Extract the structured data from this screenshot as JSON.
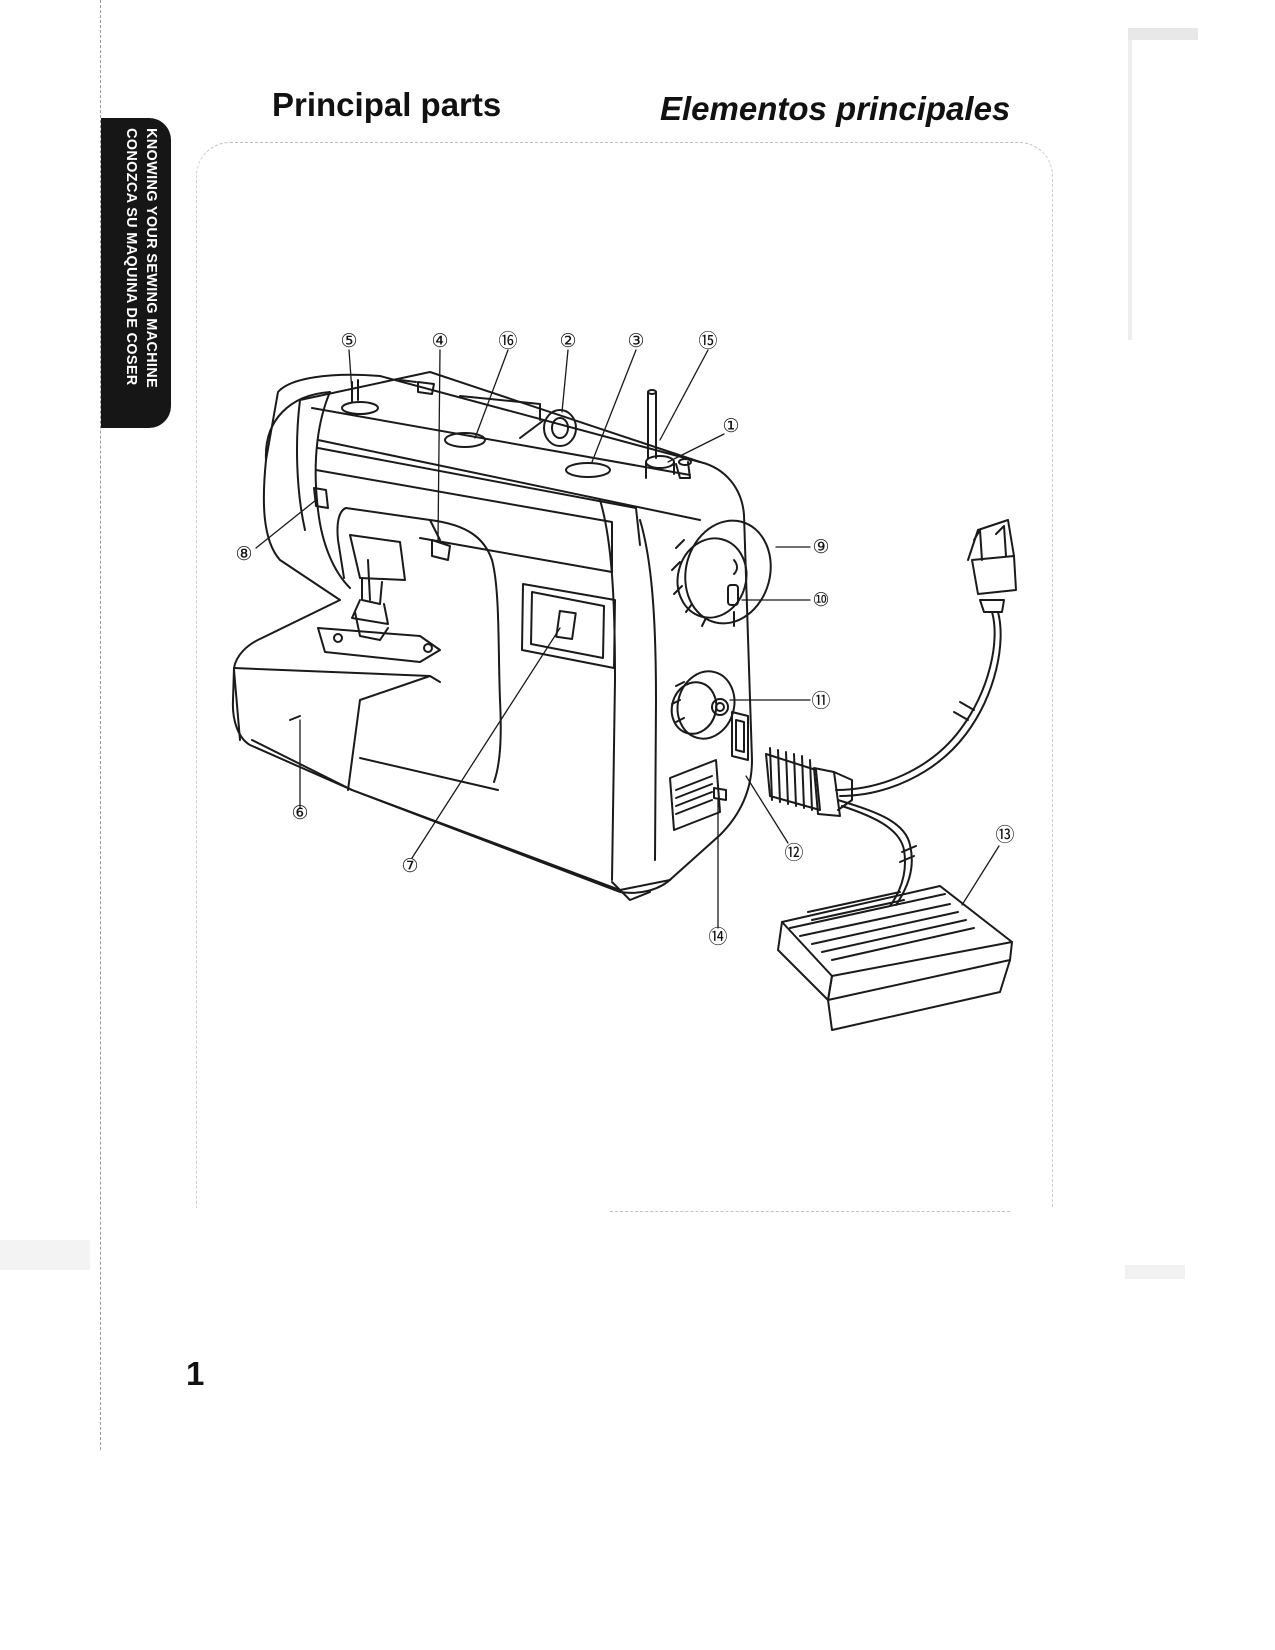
{
  "side_tab": {
    "line1": "KNOWING YOUR SEWING MACHINE",
    "line2": "CONOZCA SU MAQUINA DE COSER"
  },
  "title_en": "Principal parts",
  "title_es": "Elementos principales",
  "callouts": {
    "c1": "①",
    "c2": "②",
    "c3": "③",
    "c4": "④",
    "c5": "⑤",
    "c6": "⑥",
    "c7": "⑦",
    "c8": "⑧",
    "c9": "⑨",
    "c10": "⑩",
    "c11": "⑪",
    "c12": "⑫",
    "c13": "⑬",
    "c14": "⑭",
    "c15": "⑮",
    "c16": "⑯"
  },
  "page_number": "1"
}
